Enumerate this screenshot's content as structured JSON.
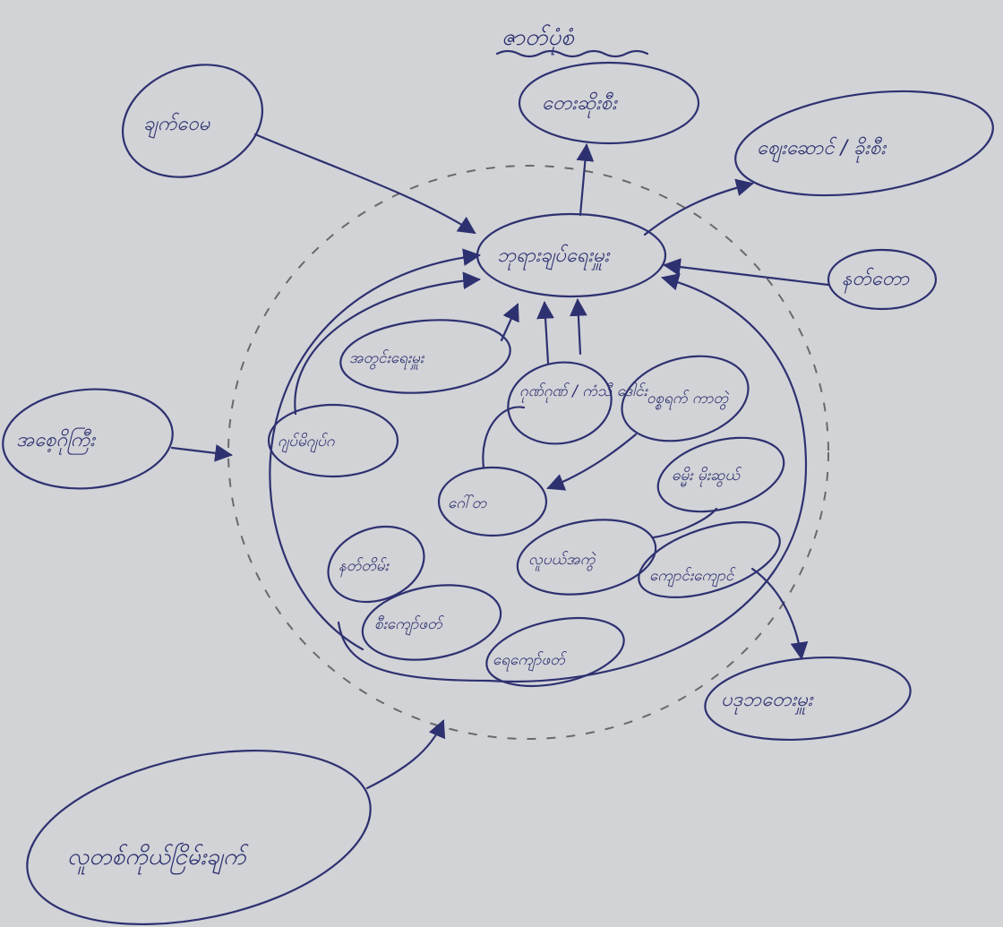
{
  "diagram": {
    "heading": "ဇာတ်ပုံစံ",
    "nodes": {
      "center": "ဘုရားချပ်ရေးမှူး",
      "top_left": "ချက်ဝေမ",
      "top": "တေးဆိုးစီး",
      "top_right": "ဈေးဆောင် / ခိုးစီး",
      "right": "နတ်တော",
      "left": "အစေ့ဂိုကြီး",
      "bottom_left": "လူတစ်ကိုယ်ငြိမ်းချက်",
      "bottom_right": "ပဒုဘတေးမှူး",
      "inner_1": "အတွင်းရေးမှူး",
      "inner_2": "ဂျပ်မိဂျပ်ဂ",
      "inner_3": "ဂုဏ်ဂုဏ် / ကံသီ ဒေါင်း",
      "inner_4": "ဝစ္စရက် ကာတွဲ",
      "inner_5": "ဓမ္မိး မိုးဆွယ်",
      "inner_6": "ဂေါ်တ",
      "inner_7": "နတ်တိမ်း",
      "inner_8": "လူပယ်အကွဲ",
      "inner_9": "ကျောင်းကျောင်",
      "inner_10": "စီးကျော်ဖတ်",
      "inner_11": "ရေကျော်ဖတ်"
    }
  }
}
